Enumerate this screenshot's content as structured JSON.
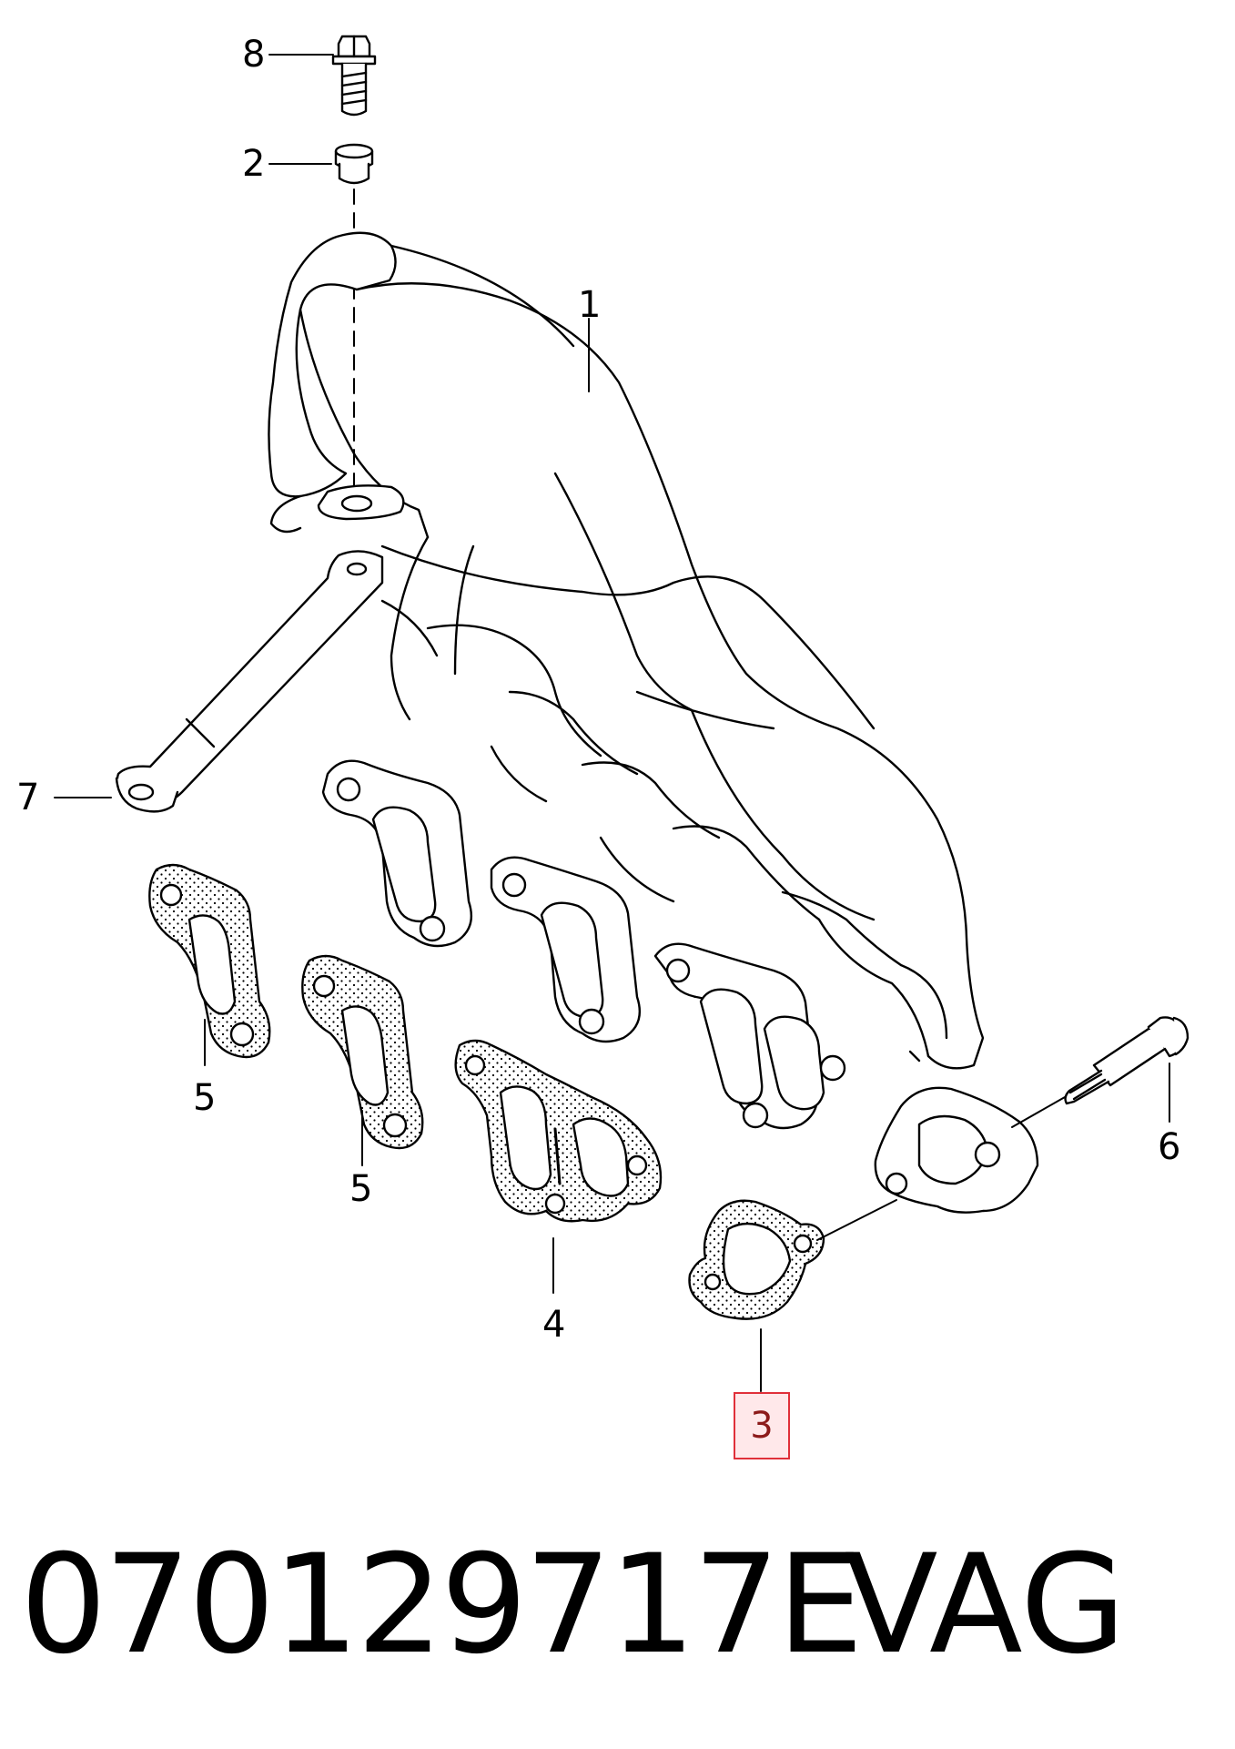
{
  "diagram": {
    "callouts": [
      "1",
      "2",
      "3",
      "4",
      "5",
      "5",
      "6",
      "7",
      "8"
    ],
    "highlighted_callout": "3",
    "highlight_colors": {
      "border": "#e0303a",
      "fill": "#ffe8ea",
      "text": "#8c1a1a"
    }
  },
  "footer": {
    "part_number": "070129717E",
    "brand": "VAG"
  }
}
